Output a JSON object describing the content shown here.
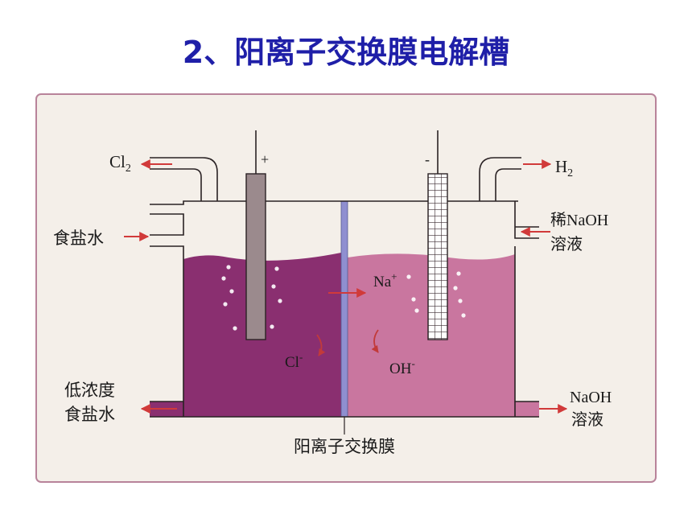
{
  "title": "2、阳离子交换膜电解槽",
  "labels": {
    "cl2_main": "Cl",
    "cl2_sub": "2",
    "plus": "+",
    "minus": "-",
    "h2_main": "H",
    "h2_sub": "2",
    "brine_in": "食盐水",
    "dilute_naoh_line1": "稀NaOH",
    "dilute_naoh_line2": "溶液",
    "na_ion": "Na",
    "na_charge": "+",
    "cl_ion": "Cl",
    "cl_charge": "-",
    "oh_ion": "OH",
    "oh_charge": "-",
    "low_brine_line1": "低浓度",
    "low_brine_line2": "食盐水",
    "naoh_out_line1": "NaOH",
    "naoh_out_line2": "溶液",
    "membrane": "阳离子交换膜"
  },
  "colors": {
    "title": "#1f1fa8",
    "frame": "#b8839a",
    "panel_bg": "#f4efe9",
    "anode_solution": "#8a2f70",
    "cathode_solution": "#c9769f",
    "membrane": "#8f8fd0",
    "anode": "#9b8a8d",
    "arrow": "#d13a3a"
  }
}
